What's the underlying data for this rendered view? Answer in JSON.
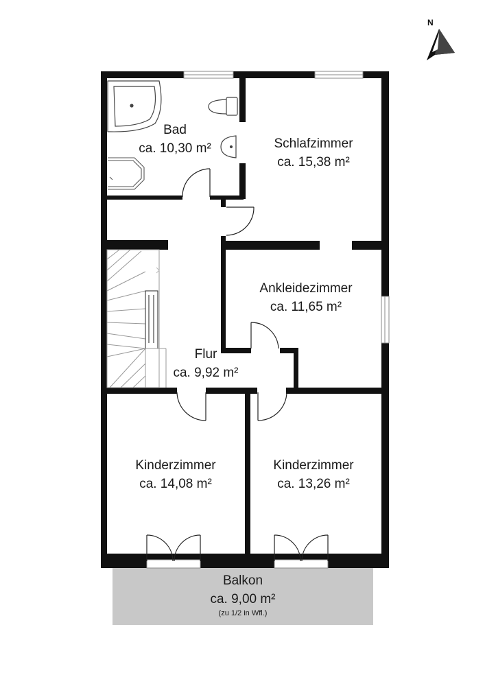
{
  "compass": {
    "label": "N",
    "icon": "north-arrow-icon"
  },
  "rooms": {
    "bad": {
      "name": "Bad",
      "area": "ca. 10,30 m²"
    },
    "schlafzimmer": {
      "name": "Schlafzimmer",
      "area": "ca. 15,38 m²"
    },
    "ankleidezimmer": {
      "name": "Ankleidezimmer",
      "area": "ca. 11,65 m²"
    },
    "flur": {
      "name": "Flur",
      "area": "ca. 9,92 m²"
    },
    "kinderzimmer_1": {
      "name": "Kinderzimmer",
      "area": "ca. 14,08 m²"
    },
    "kinderzimmer_2": {
      "name": "Kinderzimmer",
      "area": "ca. 13,26 m²"
    },
    "balkon": {
      "name": "Balkon",
      "area": "ca. 9,00 m²",
      "note": "(zu 1/2 in Wfl.)"
    }
  },
  "colors": {
    "wall": "#111111",
    "balcony": "#c8c8c8",
    "fixture_line": "#8a8a8a",
    "background": "#ffffff"
  },
  "fixtures": [
    "bathtub-icon",
    "toilet-icon",
    "sink-icon",
    "shower-icon",
    "staircase-icon",
    "window-icon",
    "door-swing-icon"
  ]
}
